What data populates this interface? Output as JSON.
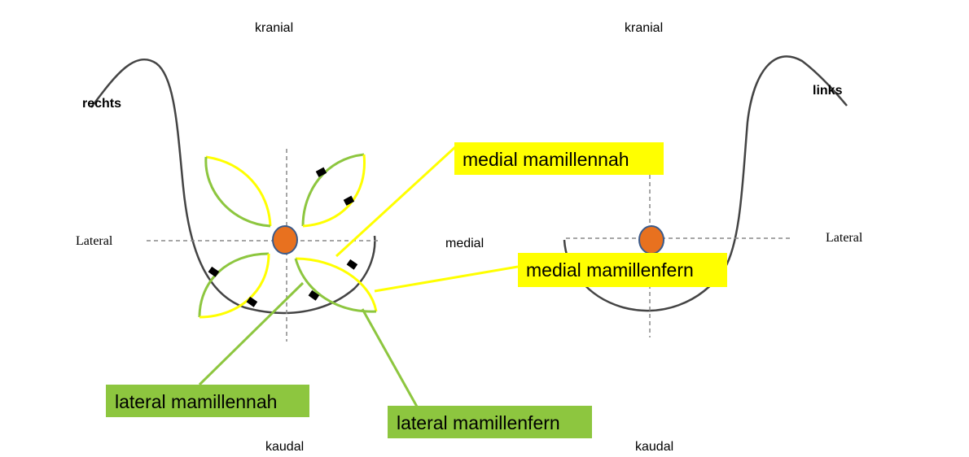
{
  "labels": {
    "cranial_left": "kranial",
    "cranial_right": "kranial",
    "caudal_left": "kaudal",
    "caudal_right": "kaudal",
    "right_side": "rechts",
    "left_side": "links",
    "lateral_left": "Lateral",
    "lateral_right": "Lateral",
    "medial": "medial"
  },
  "callouts": {
    "medial_near": "medial mamillennah",
    "medial_far": "medial mamillenfern",
    "lateral_near": "lateral mamillennah",
    "lateral_far": "lateral mamillenfern"
  },
  "colors": {
    "outline": "#444444",
    "axis": "#888888",
    "nipple": "#e8711f",
    "nipple_border": "#3a5a8a",
    "yellow": "#ffff00",
    "green": "#8dc63f",
    "marker": "#000000"
  }
}
